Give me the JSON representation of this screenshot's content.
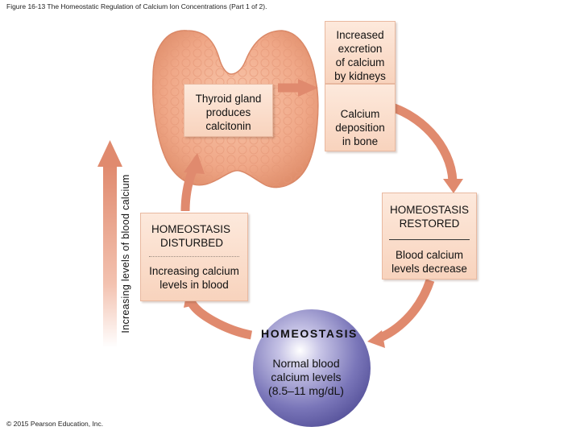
{
  "caption": "Figure 16-13 The Homeostatic Regulation of Calcium Ion Concentrations (Part 1 of 2).",
  "copyright": "© 2015 Pearson Education, Inc.",
  "axis_label": "Increasing levels of blood calcium",
  "boxes": {
    "thyroid": {
      "line1": "Thyroid gland",
      "line2": "produces",
      "line3": "calcitonin"
    },
    "kidney": {
      "line1": "Increased",
      "line2": "excretion",
      "line3": "of calcium",
      "line4": "by kidneys"
    },
    "bone": {
      "line1": "Calcium",
      "line2": "deposition",
      "line3": "in bone"
    },
    "disturbed": {
      "title1": "HOMEOSTASIS",
      "title2": "DISTURBED",
      "body1": "Increasing calcium",
      "body2": "levels in blood"
    },
    "restored": {
      "title1": "HOMEOSTASIS",
      "title2": "RESTORED",
      "body1": "Blood calcium",
      "body2": "levels decrease"
    }
  },
  "homeostasis": {
    "title": "HOMEOSTASIS",
    "line1": "Normal blood",
    "line2": "calcium levels",
    "line3": "(8.5–11 mg/dL)"
  },
  "colors": {
    "arrow": "#e08a6e",
    "box_fill": "#fbdcc8",
    "sphere": "#7874b8",
    "thyroid": "#f1ad8c"
  }
}
